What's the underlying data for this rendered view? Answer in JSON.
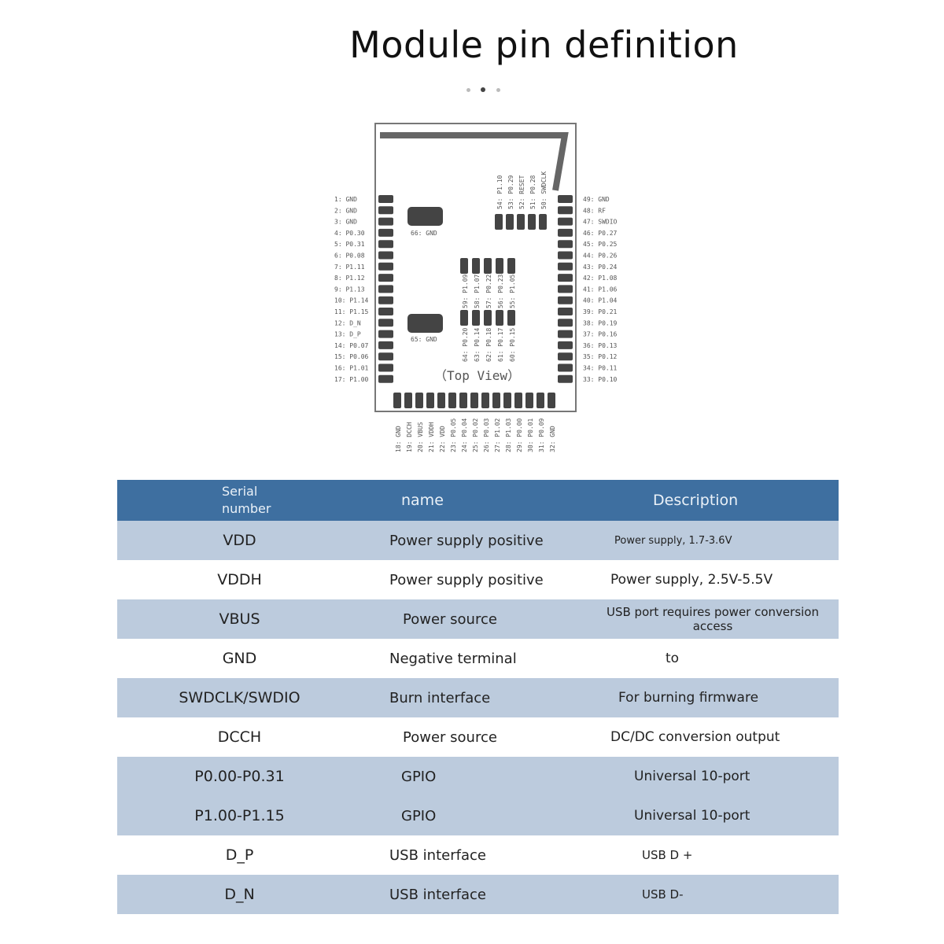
{
  "title": "Module pin definition",
  "module": {
    "view_label": "（Top View）",
    "left_pins": [
      "1: GND",
      "2: GND",
      "3: GND",
      "4: P0.30",
      "5: P0.31",
      "6: P0.08",
      "7: P1.11",
      "8: P1.12",
      "9: P1.13",
      "10: P1.14",
      "11: P1.15",
      "12: D_N",
      "13: D_P",
      "14: P0.07",
      "15: P0.06",
      "16: P1.01",
      "17: P1.00"
    ],
    "right_pins": [
      "49: GND",
      "48: RF",
      "47: SWDIO",
      "46: P0.27",
      "45: P0.25",
      "44: P0.26",
      "43: P0.24",
      "42: P1.08",
      "41: P1.06",
      "40: P1.04",
      "39: P0.21",
      "38: P0.19",
      "37: P0.16",
      "36: P0.13",
      "35: P0.12",
      "34: P0.11",
      "33: P0.10"
    ],
    "bottom_pins": [
      "18: GND",
      "19: DCCH",
      "20: VBUS",
      "21: VDDH",
      "22: VDD",
      "23: P0.05",
      "24: P0.04",
      "25: P0.02",
      "26: P0.03",
      "27: P1.02",
      "28: P1.03",
      "29: P0.00",
      "30: P0.01",
      "31: P0.09",
      "32: GND"
    ],
    "top_pins": [
      "54: P1.10",
      "53: P0.29",
      "52: RESET",
      "51: P0.28",
      "50: SWDCLK"
    ],
    "inner_top_pins": [
      "59: P1.09",
      "58: P1.07",
      "57: P0.22",
      "56: P0.23",
      "55: P1.05"
    ],
    "inner_bottom_pins": [
      "64: P0.20",
      "63: P0.14",
      "62: P0.18",
      "61: P0.17",
      "60: P0.15"
    ],
    "gnd_pad_top": "66: GND",
    "gnd_pad_bottom": "65: GND"
  },
  "table": {
    "headers": {
      "serial_line1": "Serial",
      "serial_line2": "number",
      "name": "name",
      "description": "Description"
    },
    "rows": [
      {
        "serial": "VDD",
        "name": "Power supply positive",
        "description": "Power supply, 1.7-3.6V"
      },
      {
        "serial": "VDDH",
        "name": "Power supply positive",
        "description": "Power supply, 2.5V-5.5V"
      },
      {
        "serial": "VBUS",
        "name": "Power source",
        "description": "USB port requires power conversion access"
      },
      {
        "serial": "GND",
        "name": "Negative terminal",
        "description": "to"
      },
      {
        "serial": "SWDCLK/SWDIO",
        "name": "Burn interface",
        "description": "For burning firmware"
      },
      {
        "serial": "DCCH",
        "name": "Power source",
        "description": "DC/DC conversion output"
      },
      {
        "serial": "P0.00-P0.31",
        "name": "GPIO",
        "description": "Universal 10-port"
      },
      {
        "serial": "P1.00-P1.15",
        "name": "GPIO",
        "description": "Universal 10-port"
      },
      {
        "serial": "D_P",
        "name": "USB interface",
        "description": "USB D +"
      },
      {
        "serial": "D_N",
        "name": "USB interface",
        "description": "USB D-"
      }
    ]
  }
}
